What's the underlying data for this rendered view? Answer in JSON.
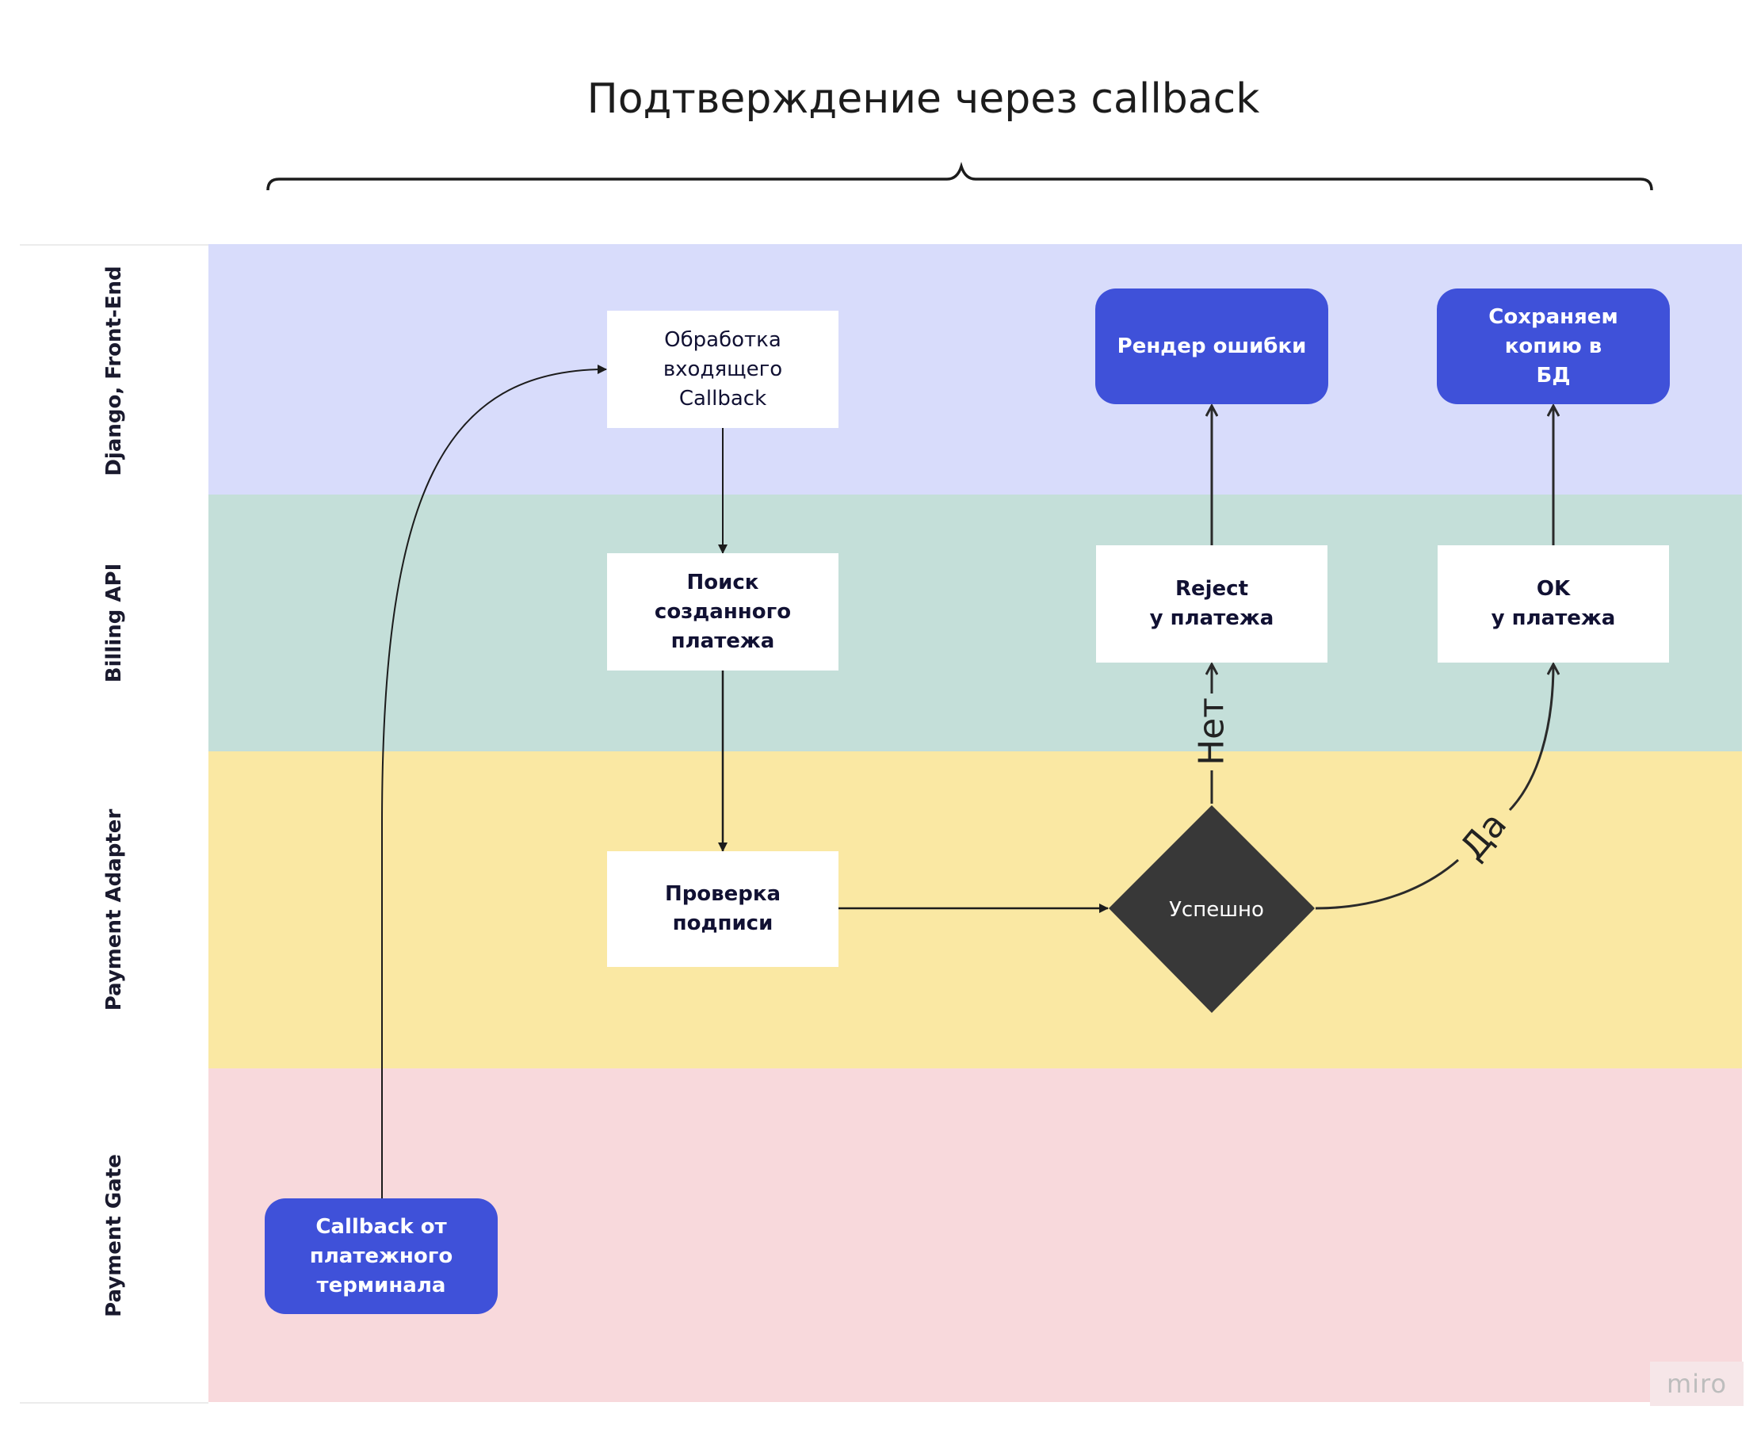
{
  "title": "Подтверждение через callback",
  "lanes": [
    {
      "label": "Django, Front-End",
      "color": "#d8dcfb"
    },
    {
      "label": "Billing API",
      "color": "#c4dfd9"
    },
    {
      "label": "Payment Adapter",
      "color": "#fae8a3"
    },
    {
      "label": "Payment Gate",
      "color": "#f8d9dc"
    }
  ],
  "nodes": {
    "incoming_callback": "Обработка\nвходящего Callback",
    "search_payment": "Поиск созданного\nплатежа",
    "check_signature": "Проверка\nподписи",
    "render_error": "Рендер ошибки",
    "save_copy": "Сохраняем копию в\nБД",
    "reject": "Reject\nу платежа",
    "ok": "OK\nу платежа",
    "callback_terminal": "Callback от\nплатежного\nтерминала",
    "decision": "Успешно"
  },
  "edge_labels": {
    "no": "Нет",
    "yes": "Да"
  },
  "watermark": "miro",
  "colors": {
    "accent_blue": "#3f51d9",
    "decision": "#383838"
  }
}
